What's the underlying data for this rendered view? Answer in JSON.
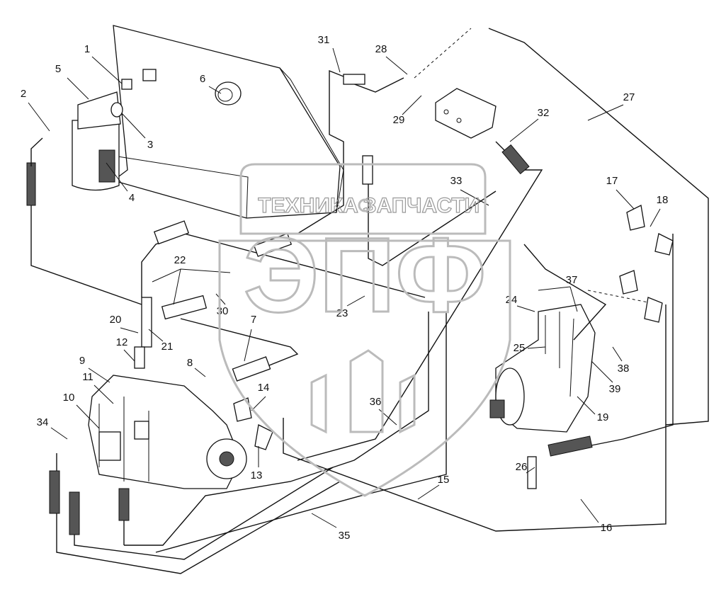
{
  "watermark": {
    "line1_left": "ТЕХНИКА",
    "line1_right": "ЗАПЧАСТИ",
    "logo": "ЭПФ",
    "icon": "gear-icon"
  },
  "labels": [
    "1",
    "2",
    "3",
    "4",
    "5",
    "6",
    "7",
    "8",
    "9",
    "10",
    "11",
    "12",
    "13",
    "14",
    "15",
    "16",
    "17",
    "18",
    "19",
    "20",
    "21",
    "22",
    "23",
    "24",
    "25",
    "26",
    "27",
    "28",
    "29",
    "30",
    "31",
    "32",
    "33",
    "34",
    "35",
    "36",
    "37",
    "38",
    "39"
  ]
}
